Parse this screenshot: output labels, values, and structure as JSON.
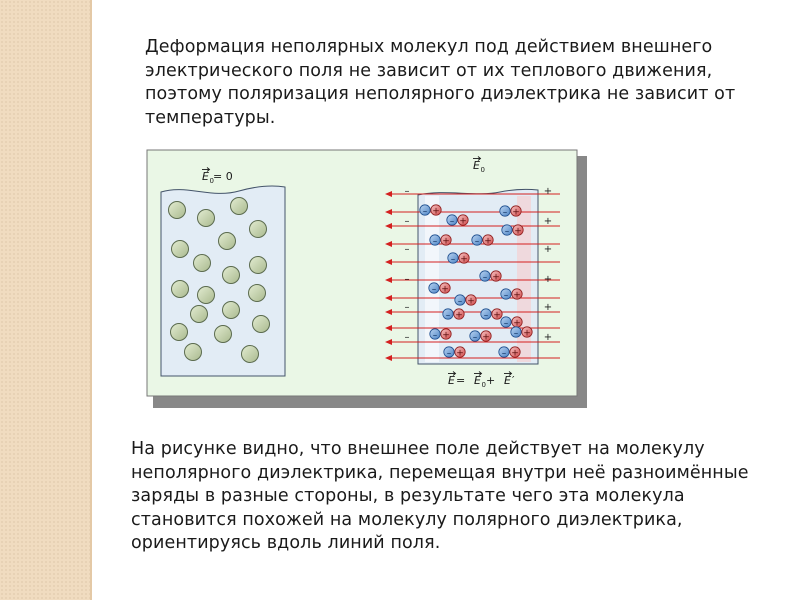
{
  "slide": {
    "intro_text": "Деформация неполярных молекул под действием внешнего электрического поля не зависит от их теплового движения, поэтому поляризация неполярного диэлектрика не зависит от температуры.",
    "explanation_text": "На рисунке видно, что внешнее поле действует на молекулу неполярного диэлектрика, перемещая внутри неё разноимённые заряды в разные стороны, в результате чего эта молекула становится похожей на молекулу полярного диэлектрика, ориентируясь  вдоль линий поля."
  },
  "figure": {
    "left_label": {
      "symbol": "E",
      "sub": "0",
      "rest": " = 0"
    },
    "right_top_label": {
      "symbol": "E",
      "sub": "0"
    },
    "right_bottom_label": {
      "p1": "E",
      "p2": " = ",
      "p3": "E",
      "p3sub": "0",
      "p4": " + ",
      "p5": "E",
      "p6": "′"
    },
    "minus_sign": "–",
    "plus_sign": "+",
    "colors": {
      "panel": "#eaf7e6",
      "slab": "#e2ecf5",
      "neutral_molecule": "#c9d6b4",
      "field_arrow": "#d42020",
      "negative": "#3a78c8",
      "positive": "#d03030"
    }
  }
}
